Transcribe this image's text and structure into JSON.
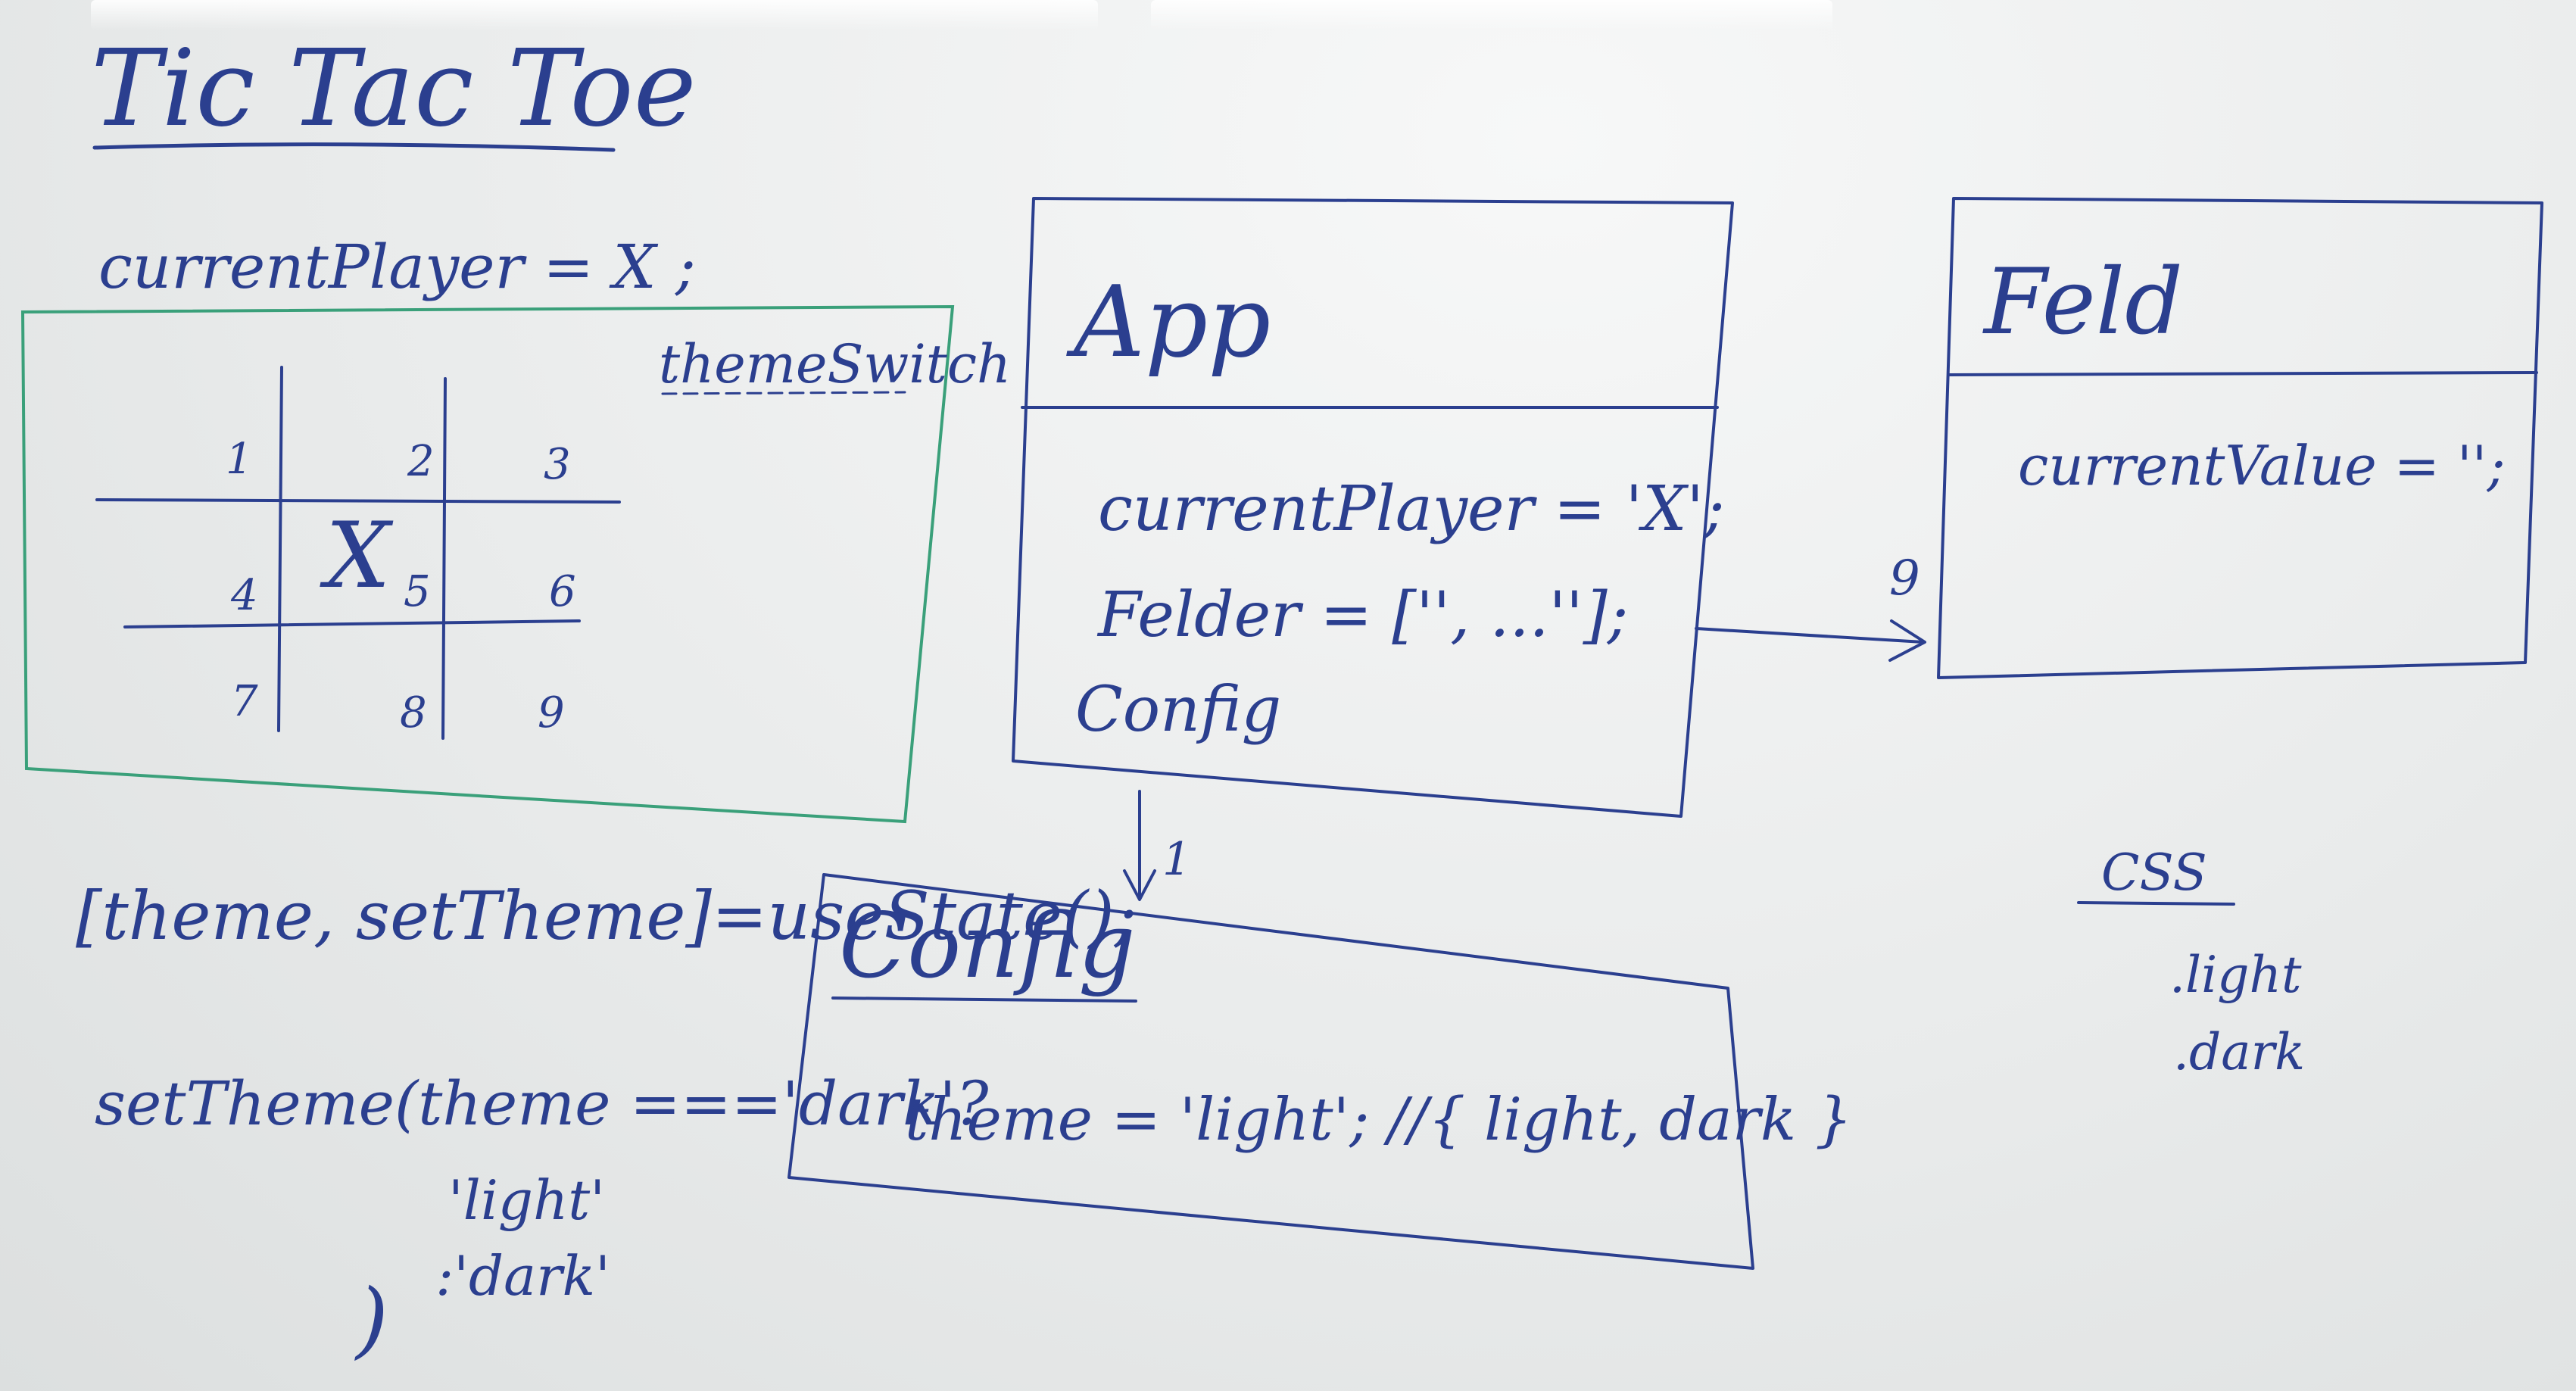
{
  "title": "Tic Tac Toe",
  "left": {
    "current_player_line": "currentPlayer = X ;",
    "theme_switch_label": "themeSwitch",
    "grid_numbers": [
      "1",
      "2",
      "3",
      "4",
      "5",
      "6",
      "7",
      "8",
      "9"
    ],
    "grid_mark": "X",
    "use_state_line": "[theme, setTheme]=useState();",
    "set_theme_line": "setTheme(theme ==='dark'?",
    "light_option": "'light'",
    "dark_option": ":'dark'",
    "close_paren": ")"
  },
  "app_box": {
    "title": "App",
    "lines": [
      "currentPlayer = 'X';",
      "Felder = ['', ...''];",
      "Config"
    ]
  },
  "feld_box": {
    "title": "Feld",
    "lines": [
      "currentValue = '';"
    ]
  },
  "config_box": {
    "title": "Config",
    "lines": [
      "theme = 'light'; //{ light, dark }"
    ]
  },
  "arrows": {
    "app_to_feld": "9",
    "app_to_config": "1"
  },
  "css_note": {
    "heading": "CSS",
    "items": [
      ".light",
      ".dark"
    ]
  },
  "colors": {
    "marker": "#2b3f8f",
    "green_frame": "#3aa07a",
    "board": "#e9ebeb"
  }
}
